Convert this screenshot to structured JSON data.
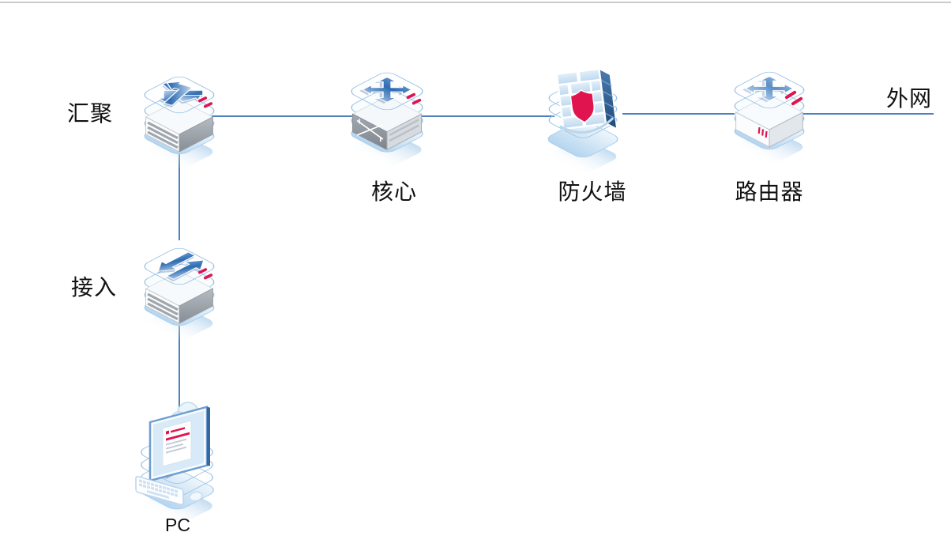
{
  "diagram": {
    "type": "network-topology",
    "nodes": {
      "aggregation": {
        "label": "汇聚",
        "icon": "aggregation-switch-icon"
      },
      "core": {
        "label": "核心",
        "icon": "core-switch-icon"
      },
      "firewall": {
        "label": "防火墙",
        "icon": "firewall-icon"
      },
      "router": {
        "label": "路由器",
        "icon": "router-icon"
      },
      "access": {
        "label": "接入",
        "icon": "access-switch-icon"
      },
      "pc": {
        "label": "PC",
        "icon": "pc-icon"
      },
      "external": {
        "label": "外网",
        "icon": "none"
      }
    },
    "connections": [
      {
        "from": "aggregation",
        "to": "core"
      },
      {
        "from": "core",
        "to": "firewall"
      },
      {
        "from": "firewall",
        "to": "router"
      },
      {
        "from": "router",
        "to": "external"
      },
      {
        "from": "aggregation",
        "to": "access"
      },
      {
        "from": "access",
        "to": "pc"
      }
    ]
  },
  "colors": {
    "connector-blue": "#4f81bd",
    "top-border-gray": "#cbcbcb",
    "accent-red": "#e0144e",
    "outline-blue": "#9cc3e6",
    "arrow-dark-blue": "#2f6cb3",
    "arrow-light-blue": "#cfe4f5"
  }
}
